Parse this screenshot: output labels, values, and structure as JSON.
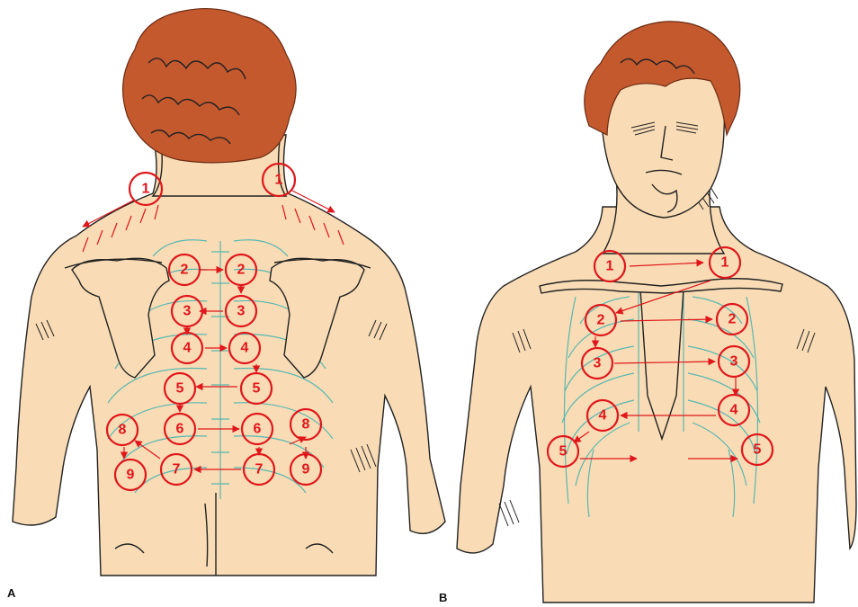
{
  "panels": [
    {
      "id": "A",
      "label": "A",
      "markers": [
        "1",
        "1",
        "2",
        "2",
        "3",
        "3",
        "4",
        "4",
        "5",
        "5",
        "6",
        "6",
        "7",
        "7",
        "8",
        "8",
        "9",
        "9"
      ]
    },
    {
      "id": "B",
      "label": "B",
      "markers": [
        "1",
        "1",
        "2",
        "2",
        "3",
        "3",
        "4",
        "4",
        "5",
        "5"
      ]
    }
  ],
  "colors": {
    "skin": "#f9dcb5",
    "hair": "#c4592e",
    "ribs": "#59b7b0",
    "markers": "#e0161b"
  }
}
